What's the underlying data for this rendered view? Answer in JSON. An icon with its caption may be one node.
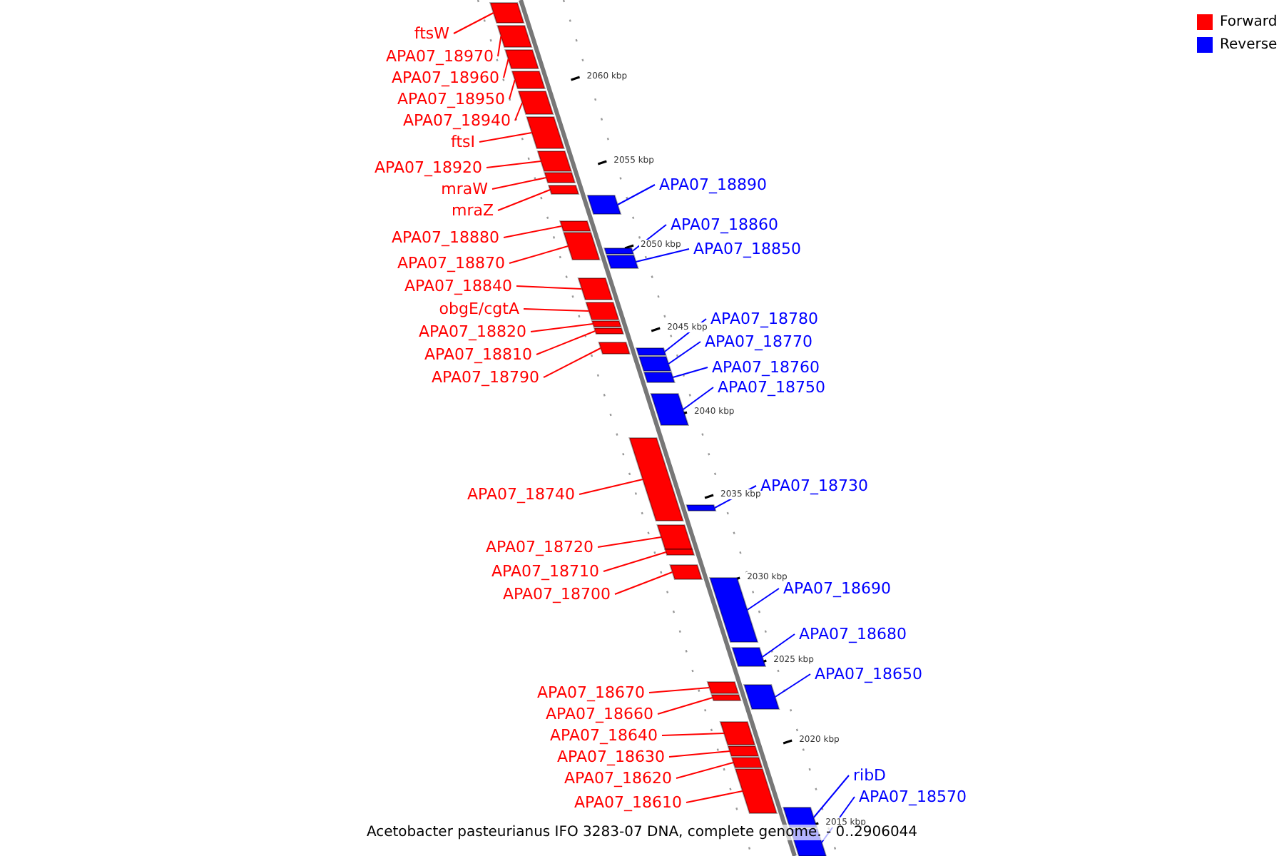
{
  "diagram": {
    "caption": "Acetobacter pasteurianus IFO 3283-07 DNA, complete genome. - 0..2906044",
    "nodes": [
      {
        "text": [
          "ftsW"
        ]
      },
      {
        "text": [],
        "shape": "bar"
      },
      {
        "text": [
          "APA07_18970"
        ]
      },
      {
        "text": [],
        "shape": "bar"
      },
      {
        "text": [
          "APA07_18960"
        ]
      },
      {
        "text": [],
        "shape": "bar"
      },
      {
        "text": [
          "APA07_18950"
        ]
      },
      {
        "text": [],
        "shape": "bar"
      },
      {
        "text": [
          "APA07_18940"
        ]
      },
      {
        "text": [],
        "shape": "bar"
      },
      {
        "text": [
          "ftsI"
        ]
      },
      {
        "text": [],
        "shape": "bar"
      },
      {
        "text": [
          "APA07_18920"
        ]
      },
      {
        "text": [],
        "shape": "bar"
      },
      {
        "text": [
          "APA07_18890"
        ]
      },
      {
        "text": [],
        "shape": "bar"
      },
      {
        "text": [
          "mraW"
        ]
      },
      {
        "text": [],
        "shape": "bar"
      },
      {
        "text": [
          "mraZ"
        ]
      },
      {
        "text": [],
        "shape": "bar"
      },
      {
        "text": [
          "APA07_18860"
        ]
      },
      {
        "text": [],
        "shape": "bar"
      },
      {
        "text": [
          "APA07_18880"
        ]
      },
      {
        "text": [],
        "shape": "bar"
      },
      {
        "text": [
          "APA07_18850"
        ]
      },
      {
        "text": [],
        "shape": "bar"
      },
      {
        "text": [
          "APA07_18870"
        ]
      },
      {
        "text": [],
        "shape": "bar"
      },
      {
        "text": [
          "APA07_18840"
        ]
      },
      {
        "text": [],
        "shape": "bar"
      },
      {
        "text": [
          "obgE/cgtA"
        ]
      },
      {
        "text": [],
        "shape": "bar"
      },
      {
        "text": [
          "APA07_18780"
        ]
      },
      {
        "text": [],
        "shape": "bar"
      },
      {
        "text": [
          "APA07_18820"
        ]
      },
      {
        "text": [],
        "shape": "bar"
      },
      {
        "text": [
          "APA07_18770"
        ]
      },
      {
        "text": [],
        "shape": "bar"
      },
      {
        "text": [
          "APA07_18810"
        ]
      },
      {
        "text": [],
        "shape": "bar"
      },
      {
        "text": [
          "APA07_18760"
        ]
      },
      {
        "text": [],
        "shape": "bar"
      },
      {
        "text": [
          "APA07_18790"
        ]
      },
      {
        "text": [],
        "shape": "bar"
      },
      {
        "text": [
          "APA07_18750"
        ]
      },
      {
        "text": [],
        "shape": "bar"
      },
      {
        "text": [
          "APA07_18730"
        ]
      },
      {
        "text": [],
        "shape": "bar"
      },
      {
        "text": [
          "APA07_18740"
        ]
      },
      {
        "text": [],
        "shape": "bar"
      },
      {
        "text": [
          "APA07_18720"
        ]
      },
      {
        "text": [],
        "shape": "bar"
      },
      {
        "text": [
          "APA07_18710"
        ]
      },
      {
        "text": [],
        "shape": "bar"
      },
      {
        "text": [
          "APA07_18690"
        ]
      },
      {
        "text": [],
        "shape": "bar"
      },
      {
        "text": [
          "APA07_18700"
        ]
      },
      {
        "text": [],
        "shape": "bar"
      },
      {
        "text": [
          "APA07_18680"
        ]
      },
      {
        "text": [],
        "shape": "bar"
      },
      {
        "text": [
          "APA07_18650"
        ]
      },
      {
        "text": [],
        "shape": "bar"
      },
      {
        "text": [
          "APA07_18670"
        ]
      },
      {
        "text": [],
        "shape": "bar"
      },
      {
        "text": [
          "APA07_18660"
        ]
      },
      {
        "text": [],
        "shape": "bar"
      },
      {
        "text": [
          "APA07_18640"
        ]
      },
      {
        "text": [],
        "shape": "bar"
      },
      {
        "text": [
          "APA07_18630"
        ]
      },
      {
        "text": [],
        "shape": "bar"
      },
      {
        "text": [
          "ribD"
        ]
      },
      {
        "text": [],
        "shape": "bar"
      },
      {
        "text": [
          "APA07_18620"
        ]
      },
      {
        "text": [],
        "shape": "bar"
      },
      {
        "text": [
          "APA07_18570"
        ]
      },
      {
        "text": [],
        "shape": "bar"
      },
      {
        "text": [
          "APA07_18610"
        ]
      },
      {
        "text": [],
        "shape": "bar"
      }
    ],
    "edges": [
      {
        "from": 0,
        "to": 1,
        "arrow": "none"
      },
      {
        "from": 2,
        "to": 3,
        "arrow": "none"
      },
      {
        "from": 4,
        "to": 5,
        "arrow": "none"
      },
      {
        "from": 6,
        "to": 7,
        "arrow": "none"
      },
      {
        "from": 8,
        "to": 9,
        "arrow": "none"
      },
      {
        "from": 10,
        "to": 11,
        "arrow": "none"
      },
      {
        "from": 12,
        "to": 13,
        "arrow": "none"
      },
      {
        "from": 14,
        "to": 15,
        "arrow": "none",
        "color": "#0000ff"
      },
      {
        "from": 16,
        "to": 17,
        "arrow": "none"
      },
      {
        "from": 18,
        "to": 19,
        "arrow": "none"
      },
      {
        "from": 20,
        "to": 21,
        "arrow": "none",
        "color": "#0000ff"
      },
      {
        "from": 22,
        "to": 23,
        "arrow": "none"
      },
      {
        "from": 24,
        "to": 25,
        "arrow": "none",
        "color": "#0000ff"
      },
      {
        "from": 26,
        "to": 27,
        "arrow": "none"
      },
      {
        "from": 28,
        "to": 29,
        "arrow": "none"
      },
      {
        "from": 30,
        "to": 31,
        "arrow": "none"
      },
      {
        "from": 32,
        "to": 33,
        "arrow": "none",
        "color": "#0000ff"
      },
      {
        "from": 34,
        "to": 35,
        "arrow": "none"
      },
      {
        "from": 36,
        "to": 37,
        "arrow": "none",
        "color": "#0000ff"
      },
      {
        "from": 38,
        "to": 39,
        "arrow": "none"
      },
      {
        "from": 40,
        "to": 41,
        "arrow": "none",
        "color": "#0000ff"
      },
      {
        "from": 42,
        "to": 43,
        "arrow": "none"
      },
      {
        "from": 44,
        "to": 45,
        "arrow": "none",
        "color": "#0000ff"
      },
      {
        "from": 46,
        "to": 47,
        "arrow": "none",
        "color": "#0000ff"
      },
      {
        "from": 48,
        "to": 49,
        "arrow": "none"
      },
      {
        "from": 50,
        "to": 51,
        "arrow": "none"
      },
      {
        "from": 52,
        "to": 53,
        "arrow": "none"
      },
      {
        "from": 54,
        "to": 55,
        "arrow": "none",
        "color": "#0000ff"
      },
      {
        "from": 56,
        "to": 57,
        "arrow": "none"
      },
      {
        "from": 58,
        "to": 59,
        "arrow": "none",
        "color": "#0000ff"
      },
      {
        "from": 60,
        "to": 61,
        "arrow": "none",
        "color": "#0000ff"
      },
      {
        "from": 62,
        "to": 63,
        "arrow": "none"
      },
      {
        "from": 64,
        "to": 65,
        "arrow": "none"
      },
      {
        "from": 66,
        "to": 67,
        "arrow": "none"
      },
      {
        "from": 68,
        "to": 69,
        "arrow": "none"
      },
      {
        "from": 70,
        "to": 71,
        "arrow": "none",
        "color": "#0000ff"
      },
      {
        "from": 72,
        "to": 73,
        "arrow": "none"
      },
      {
        "from": 74,
        "to": 75,
        "arrow": "none",
        "color": "#0000ff"
      },
      {
        "from": 76,
        "to": 77,
        "arrow": "none"
      }
    ],
    "labels": [
      "2060 kbp",
      "2055 kbp",
      "2050 kbp",
      "2045 kbp",
      "2040 kbp",
      "2035 kbp",
      "2030 kbp",
      "2025 kbp",
      "2020 kbp",
      "2015 kbp"
    ],
    "legend": [
      {
        "text": "Forward",
        "color": "#ff0000"
      },
      {
        "text": "Reverse",
        "color": "#0000ff"
      }
    ]
  }
}
